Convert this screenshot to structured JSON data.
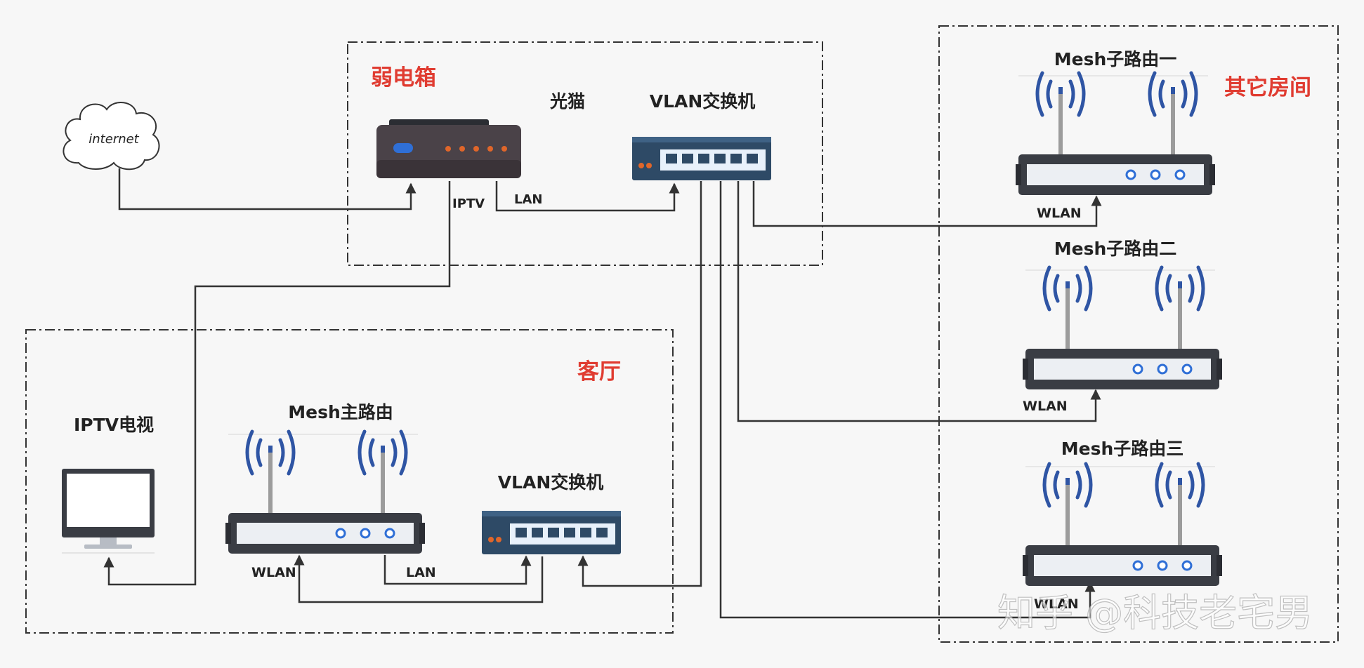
{
  "zones": {
    "weak_box": "弱电箱",
    "other_rooms": "其它房间",
    "living_room": "客厅"
  },
  "devices": {
    "cloud": "internet",
    "modem": "光猫",
    "switch_top": "VLAN交换机",
    "switch_living": "VLAN交换机",
    "mesh_main": "Mesh主路由",
    "sub1": "Mesh子路由一",
    "sub2": "Mesh子路由二",
    "sub3": "Mesh子路由三",
    "iptv_tv": "IPTV电视"
  },
  "ports": {
    "iptv": "IPTV",
    "lan_modem": "LAN",
    "wlan_sub1": "WLAN",
    "wlan_sub2": "WLAN",
    "wlan_sub3": "WLAN",
    "wlan_main": "WLAN",
    "lan_main": "LAN"
  },
  "watermark": "知乎 @科技老宅男",
  "colors": {
    "zone_label": "#e03c31",
    "line": "#333333",
    "wifi": "#2f55a4",
    "device_dark": "#3a3d44",
    "switch_body": "#2e4a66",
    "switch_panel": "#e8f1fb",
    "led_blue": "#2f6fd6",
    "led_orange": "#e0662a"
  },
  "icons": [
    "cloud-icon",
    "modem-icon",
    "switch-icon",
    "router-icon",
    "wifi-antenna-icon",
    "monitor-icon"
  ]
}
